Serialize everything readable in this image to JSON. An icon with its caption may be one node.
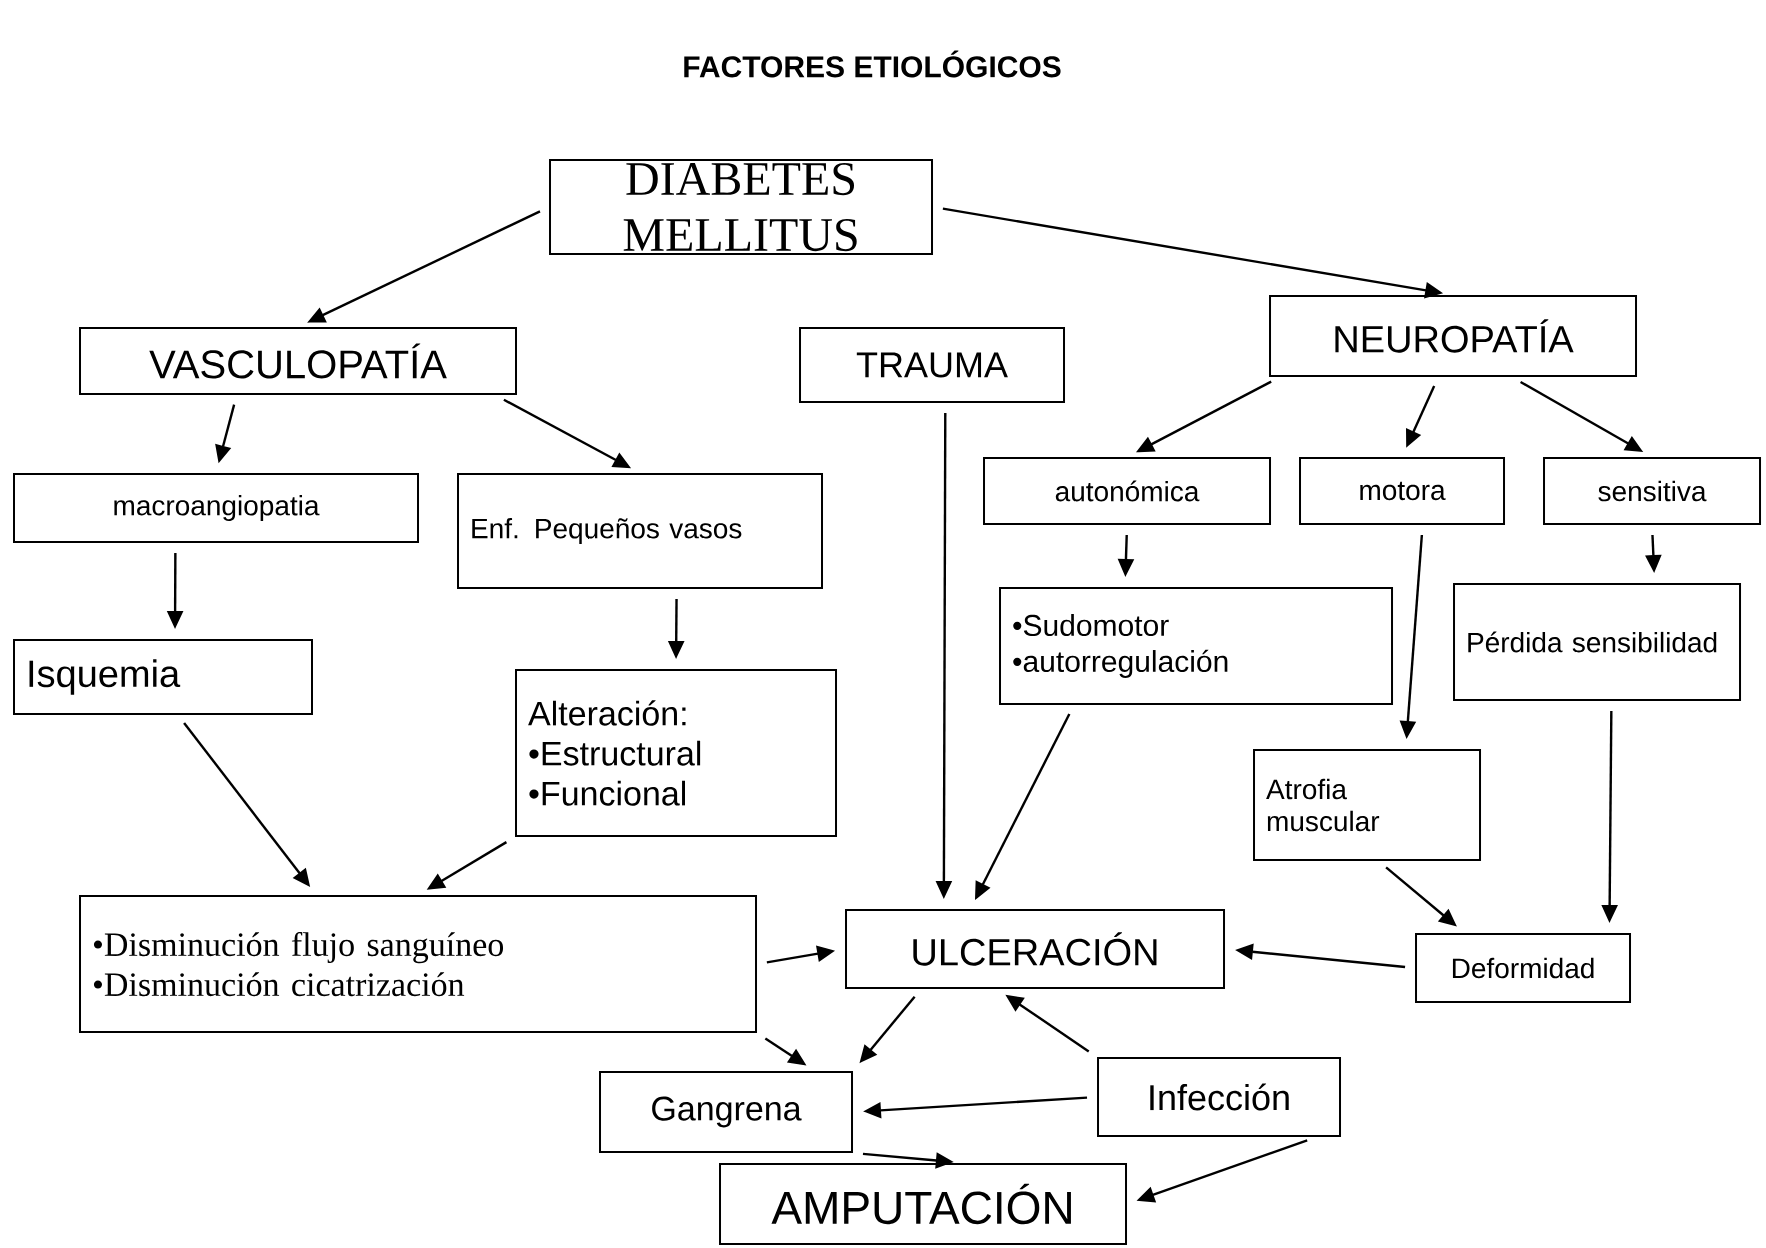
{
  "diagram": {
    "title": "FACTORES ETIOLÓGICOS",
    "nodes": [
      {
        "text": [
          "DIABETES MELLITUS"
        ]
      },
      {
        "text": [
          "VASCULOPATÍA"
        ]
      },
      {
        "text": [
          "TRAUMA"
        ]
      },
      {
        "text": [
          "NEUROPATÍA"
        ]
      },
      {
        "text": [
          "macroangiopatia"
        ]
      },
      {
        "text": [
          "Enf. Pequeños vasos"
        ]
      },
      {
        "text": [
          "autonómica"
        ]
      },
      {
        "text": [
          "motora"
        ]
      },
      {
        "text": [
          "sensitiva"
        ]
      },
      {
        "text": [
          "•Sudomotor",
          "•autorregulación"
        ]
      },
      {
        "text": [
          "Pérdida sensibilidad"
        ]
      },
      {
        "text": [
          "Isquemia"
        ]
      },
      {
        "text": [
          "Alteración:",
          "•Estructural",
          "•Funcional"
        ]
      },
      {
        "text": [
          "Atrofia muscular"
        ]
      },
      {
        "text": [
          "•Disminución flujo sanguíneo",
          "•Disminución cicatrización"
        ]
      },
      {
        "text": [
          "ULCERACIÓN"
        ]
      },
      {
        "text": [
          "Deformidad"
        ]
      },
      {
        "text": [
          "Gangrena"
        ]
      },
      {
        "text": [
          "Infección"
        ]
      },
      {
        "text": [
          "AMPUTACIÓN"
        ]
      }
    ],
    "edges": [
      {
        "from": 0,
        "to": 1,
        "arrow": "to"
      },
      {
        "from": 0,
        "to": 3,
        "arrow": "to"
      },
      {
        "from": 1,
        "to": 4,
        "arrow": "to"
      },
      {
        "from": 1,
        "to": 5,
        "arrow": "to"
      },
      {
        "from": 3,
        "to": 6,
        "arrow": "to"
      },
      {
        "from": 3,
        "to": 7,
        "arrow": "to"
      },
      {
        "from": 3,
        "to": 8,
        "arrow": "to"
      },
      {
        "from": 4,
        "to": 11,
        "arrow": "to"
      },
      {
        "from": 5,
        "to": 12,
        "arrow": "to"
      },
      {
        "from": 6,
        "to": 9,
        "arrow": "to"
      },
      {
        "from": 8,
        "to": 10,
        "arrow": "to"
      },
      {
        "from": 7,
        "to": 13,
        "arrow": "to"
      },
      {
        "from": 11,
        "to": 14,
        "arrow": "to"
      },
      {
        "from": 12,
        "to": 14,
        "arrow": "to"
      },
      {
        "from": 2,
        "to": 15,
        "arrow": "to"
      },
      {
        "from": 9,
        "to": 15,
        "arrow": "to"
      },
      {
        "from": 13,
        "to": 16,
        "arrow": "to"
      },
      {
        "from": 10,
        "to": 16,
        "arrow": "to"
      },
      {
        "from": 14,
        "to": 15,
        "arrow": "to"
      },
      {
        "from": 16,
        "to": 15,
        "arrow": "to"
      },
      {
        "from": 14,
        "to": 17,
        "arrow": "to"
      },
      {
        "from": 15,
        "to": 17,
        "arrow": "to"
      },
      {
        "from": 18,
        "to": 15,
        "arrow": "to"
      },
      {
        "from": 18,
        "to": 17,
        "arrow": "to"
      },
      {
        "from": 17,
        "to": 19,
        "arrow": "to"
      },
      {
        "from": 18,
        "to": 19,
        "arrow": "to"
      }
    ]
  }
}
